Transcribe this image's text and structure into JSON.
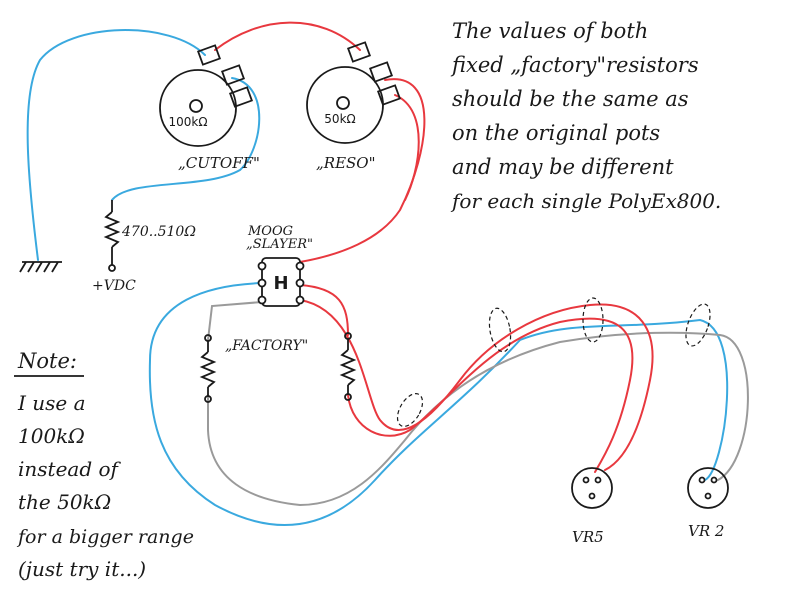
{
  "colors": {
    "ink": "#1a1a1a",
    "wire_red": "#e8383f",
    "wire_blue": "#3aa9df",
    "wire_grey": "#9a9a9a",
    "background": "#ffffff"
  },
  "pots": {
    "cutoff": {
      "value": "100kΩ",
      "label": "„CUTOFF\""
    },
    "reso": {
      "value": "50kΩ",
      "label": "„RESO\""
    }
  },
  "resistor_top": {
    "value": "470..510Ω"
  },
  "supply_label": "+VDC",
  "switch": {
    "label_line1": "MOOG",
    "label_line2": "„SLAYER\"",
    "symbol": "H"
  },
  "factory_label": "„FACTORY\"",
  "connectors": {
    "left": "VR5",
    "right": "VR 2"
  },
  "top_note": [
    "The values of both",
    "fixed „factory\"resistors",
    "should be the same as",
    "on the original pots",
    "and may be different",
    "for each single PolyEx800."
  ],
  "side_note": {
    "title": "Note:",
    "lines": [
      "I use a",
      "100kΩ",
      "instead of",
      "the 50kΩ",
      "for a bigger range",
      "(just try it...)"
    ]
  }
}
